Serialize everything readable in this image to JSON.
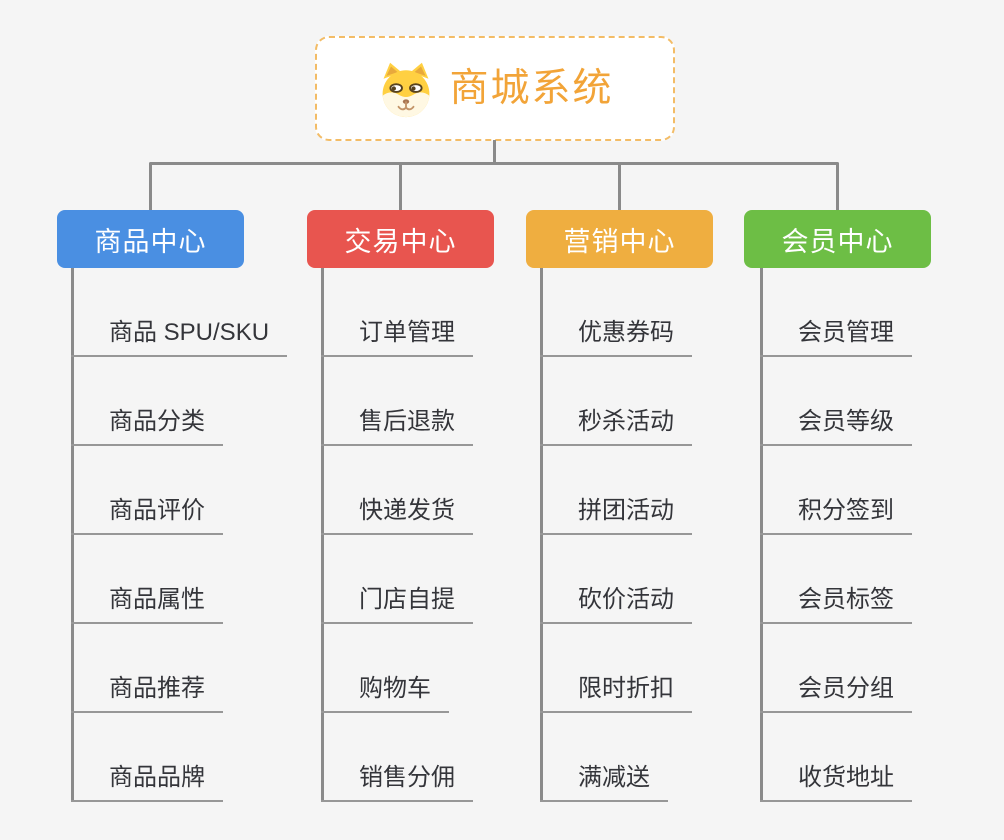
{
  "root": {
    "title": "商城系统",
    "icon": "shiba-dog-icon"
  },
  "branches": [
    {
      "label": "商品中心",
      "color": "#4A8FE2",
      "items": [
        "商品 SPU/SKU",
        "商品分类",
        "商品评价",
        "商品属性",
        "商品推荐",
        "商品品牌"
      ]
    },
    {
      "label": "交易中心",
      "color": "#E8554F",
      "items": [
        "订单管理",
        "售后退款",
        "快递发货",
        "门店自提",
        "购物车",
        "销售分佣"
      ]
    },
    {
      "label": "营销中心",
      "color": "#EFAE40",
      "items": [
        "优惠券码",
        "秒杀活动",
        "拼团活动",
        "砍价活动",
        "限时折扣",
        "满减送"
      ]
    },
    {
      "label": "会员中心",
      "color": "#6DBE45",
      "items": [
        "会员管理",
        "会员等级",
        "积分签到",
        "会员标签",
        "会员分组",
        "收货地址"
      ]
    }
  ],
  "style": {
    "background": "#F5F5F5",
    "connector_color": "#8A8A8A",
    "underline_color": "#979797",
    "leaf_text_color": "#34353A",
    "root_text_color": "#F2A438",
    "root_border_color": "#F3BC66"
  }
}
